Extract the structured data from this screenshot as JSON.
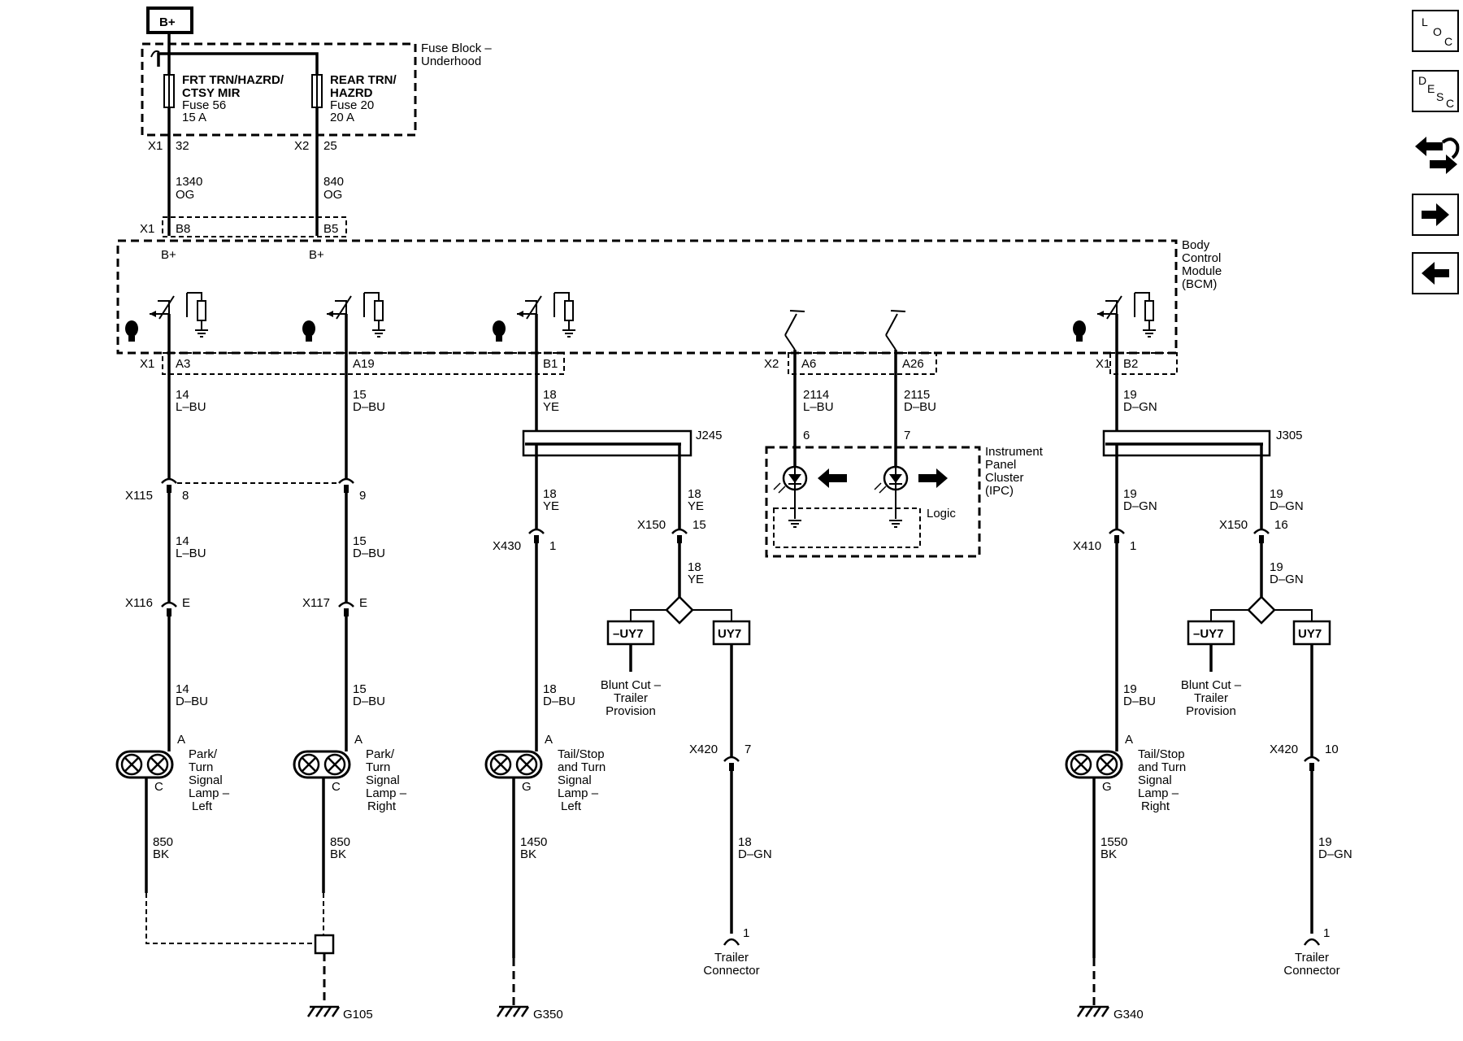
{
  "power": {
    "label": "B+"
  },
  "fuse_block": {
    "title_line1": "Fuse Block –",
    "title_line2": "Underhood",
    "fuse56": {
      "l1": "FRT TRN/HAZRD/",
      "l2": "CTSY MIR",
      "l3": "Fuse 56",
      "l4": "15 A",
      "conn": "X1",
      "pin": "32",
      "wire_num": "1340",
      "wire_color": "OG"
    },
    "fuse20": {
      "l1": "REAR TRN/",
      "l2": "HAZRD",
      "l3": "Fuse 20",
      "l4": "20 A",
      "conn": "X2",
      "pin": "25",
      "wire_num": "840",
      "wire_color": "OG"
    }
  },
  "bcm": {
    "title": [
      "Body",
      "Control",
      "Module",
      "(BCM)"
    ],
    "in_conn": "X1",
    "in_pin1": "B8",
    "in_pin2": "B5",
    "in_label1": "B+",
    "in_label2": "B+"
  },
  "outputs": {
    "x1_left": "X1",
    "a3": "A3",
    "a19": "A19",
    "b1": "B1",
    "x2": "X2",
    "a6": "A6",
    "a26": "A26",
    "x1_right": "X1",
    "b2": "B2"
  },
  "left_park": {
    "w1_num": "14",
    "w1_color": "L–BU",
    "conn1": "X115",
    "pin1": "8",
    "w2_num": "14",
    "w2_color": "L–BU",
    "conn2": "X116",
    "pin2": "E",
    "w3_num": "14",
    "w3_color": "D–BU",
    "lamp_a": "A",
    "lamp_c": "C",
    "lamp_label": [
      "Park/",
      "Turn",
      "Signal",
      "Lamp –",
      "Left"
    ],
    "gw_num": "850",
    "gw_color": "BK"
  },
  "right_park": {
    "w1_num": "15",
    "w1_color": "D–BU",
    "pin1": "9",
    "w2_num": "15",
    "w2_color": "D–BU",
    "conn2": "X117",
    "pin2": "E",
    "w3_num": "15",
    "w3_color": "D–BU",
    "lamp_a": "A",
    "lamp_c": "C",
    "lamp_label": [
      "Park/",
      "Turn",
      "Signal",
      "Lamp –",
      "Right"
    ],
    "gw_num": "850",
    "gw_color": "BK",
    "ground": "G105"
  },
  "left_tail": {
    "w1_num": "18",
    "w1_color": "YE",
    "splice": "J245",
    "w2_num": "18",
    "w2_color": "YE",
    "conn": "X430",
    "pin": "1",
    "w3_num": "18",
    "w3_color": "D–BU",
    "lamp_a": "A",
    "lamp_g": "G",
    "lamp_label": [
      "Tail/Stop",
      "and Turn",
      "Signal",
      "Lamp –",
      "Left"
    ],
    "gw_num": "1450",
    "gw_color": "BK",
    "ground": "G350"
  },
  "left_trailer": {
    "w1_num": "18",
    "w1_color": "YE",
    "conn": "X150",
    "pin": "15",
    "w2_num": "18",
    "w2_color": "YE",
    "opt_no": "–UY7",
    "opt_yes": "UY7",
    "blunt": [
      "Blunt Cut –",
      "Trailer",
      "Provision"
    ],
    "conn2": "X420",
    "pin2": "7",
    "w3_num": "18",
    "w3_color": "D–GN",
    "tc_pin": "1",
    "tc_label": [
      "Trailer",
      "Connector"
    ]
  },
  "ipc": {
    "w1_num": "2114",
    "w1_color": "L–BU",
    "w2_num": "2115",
    "w2_color": "D–BU",
    "pin1": "6",
    "pin2": "7",
    "title": [
      "Instrument",
      "Panel",
      "Cluster",
      "(IPC)"
    ],
    "logic": "Logic"
  },
  "right_tail": {
    "w1_num": "19",
    "w1_color": "D–GN",
    "splice": "J305",
    "w2_num": "19",
    "w2_color": "D–GN",
    "conn": "X410",
    "pin": "1",
    "w3_num": "19",
    "w3_color": "D–BU",
    "lamp_a": "A",
    "lamp_g": "G",
    "lamp_label": [
      "Tail/Stop",
      "and Turn",
      "Signal",
      "Lamp –",
      "Right"
    ],
    "gw_num": "1550",
    "gw_color": "BK",
    "ground": "G340"
  },
  "right_trailer": {
    "w1_num": "19",
    "w1_color": "D–GN",
    "conn": "X150",
    "pin": "16",
    "w2_num": "19",
    "w2_color": "D–GN",
    "opt_no": "–UY7",
    "opt_yes": "UY7",
    "blunt": [
      "Blunt Cut –",
      "Trailer",
      "Provision"
    ],
    "conn2": "X420",
    "pin2": "10",
    "w3_num": "19",
    "w3_color": "D–GN",
    "tc_pin": "1",
    "tc_label": [
      "Trailer",
      "Connector"
    ]
  },
  "nav": {
    "loc": [
      "L",
      "O",
      "C"
    ],
    "desc": [
      "D",
      "E",
      "S",
      "C"
    ],
    "icons": [
      "location-button-icon",
      "description-button-icon",
      "connector-end-view-icon",
      "next-page-arrow-icon",
      "previous-page-arrow-icon"
    ]
  }
}
